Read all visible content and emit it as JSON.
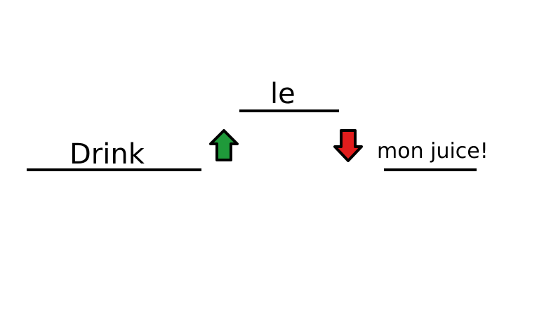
{
  "words": {
    "drink": "Drink",
    "le": "le",
    "mon_juice": "mon juice!"
  },
  "icons": {
    "up": "green-up-arrow",
    "down": "red-down-arrow"
  },
  "colors": {
    "up_arrow": "#1f9a3a",
    "down_arrow": "#e11d1d",
    "outline": "#000000"
  }
}
